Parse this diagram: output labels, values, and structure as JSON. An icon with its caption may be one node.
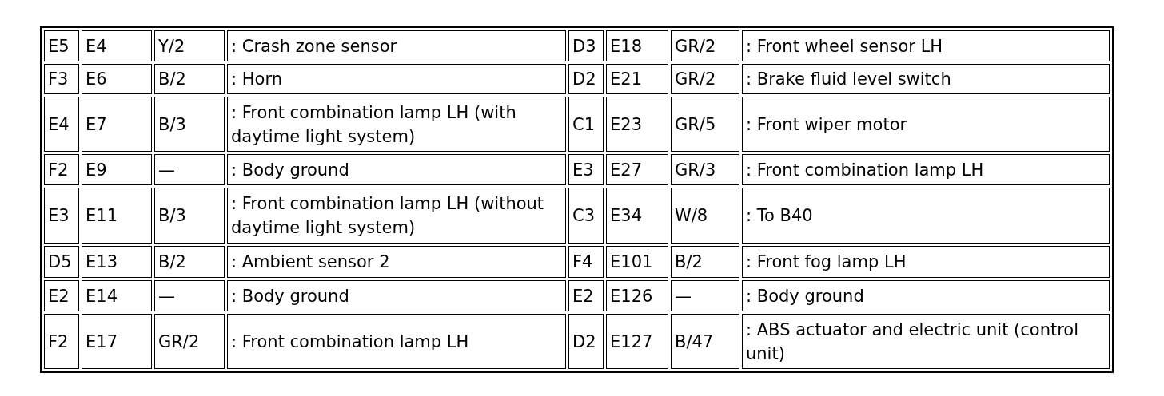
{
  "diagram": {
    "labels": [
      "E5",
      "E4",
      "Y/2",
      ": Crash zone sensor",
      "D3",
      "E18",
      "GR/2",
      ": Front wheel sensor LH",
      "F3",
      "E6",
      "B/2",
      ": Horn",
      "D2",
      "E21",
      "GR/2",
      ": Brake fluid level switch",
      "E4",
      "E7",
      "B/3",
      ": Front combination lamp LH (with daytime light system)",
      "C1",
      "E23",
      "GR/5",
      ": Front wiper motor",
      "F2",
      "E9",
      "—",
      ": Body ground",
      "E3",
      "E27",
      "GR/3",
      ": Front combination lamp LH",
      "E3",
      "E11",
      "B/3",
      ": Front combination lamp LH (without daytime light system)",
      "C3",
      "E34",
      "W/8",
      ": To B40",
      "D5",
      "E13",
      "B/2",
      ": Ambient sensor 2",
      "F4",
      "E101",
      "B/2",
      ": Front fog lamp LH",
      "E2",
      "E14",
      "—",
      ": Body ground",
      "E2",
      "E126",
      "—",
      ": Body ground",
      "F2",
      "E17",
      "GR/2",
      ": Front combination lamp LH",
      "D2",
      "E127",
      "B/47",
      ": ABS actuator and electric unit (control unit)"
    ]
  }
}
